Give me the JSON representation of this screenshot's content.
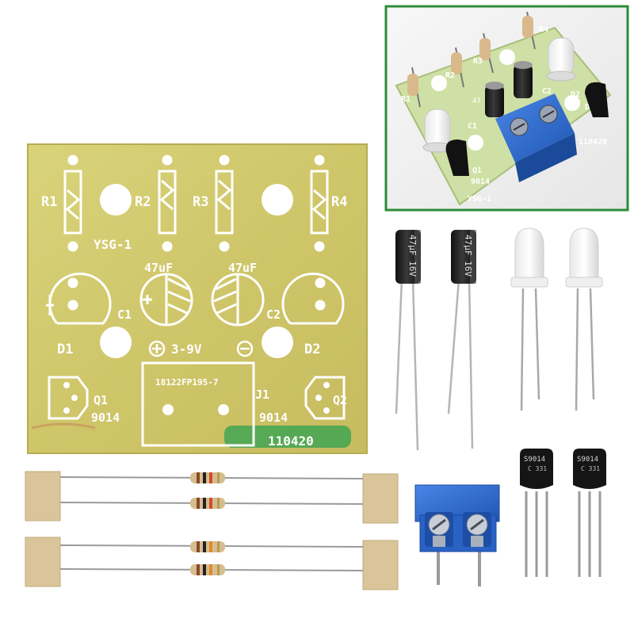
{
  "pcb": {
    "resistor_labels": [
      "R1",
      "R2",
      "R3",
      "R4"
    ],
    "board_name": "YSG-1",
    "cap_value": "47uF",
    "cap_labels": [
      "C1",
      "C2"
    ],
    "led_labels": [
      "D1",
      "D2"
    ],
    "power_label": "3-9V",
    "connector_code": "18122FP195-7",
    "connector_label": "J1",
    "transistor_labels": [
      "Q1",
      "Q2"
    ],
    "transistor_model": "9014",
    "date_code": "110420"
  },
  "inset": {
    "resistor_labels": [
      "R1",
      "R2",
      "R3",
      "R4"
    ],
    "cap_labels": [
      "C1",
      "C2"
    ],
    "cap_value": "47",
    "led_labels": [
      "D1",
      "D2"
    ],
    "transistor_label": "Q1",
    "transistor_model": "9014",
    "board_name": "YSG-1",
    "date_code": "110420"
  },
  "capacitors": {
    "marking": "47µF 16V",
    "count": 2
  },
  "leds": {
    "count": 2
  },
  "resistors": {
    "count": 4
  },
  "terminal_block": {
    "count": 1
  },
  "transistors": {
    "marking": "S9014",
    "sub": "C 331",
    "count": 2
  },
  "colors": {
    "pcb": "#d7cf73",
    "inset_frame": "#2e8b3a",
    "terminal_blue": "#2f6fd0",
    "capacitor_body": "#1c1c1c"
  }
}
